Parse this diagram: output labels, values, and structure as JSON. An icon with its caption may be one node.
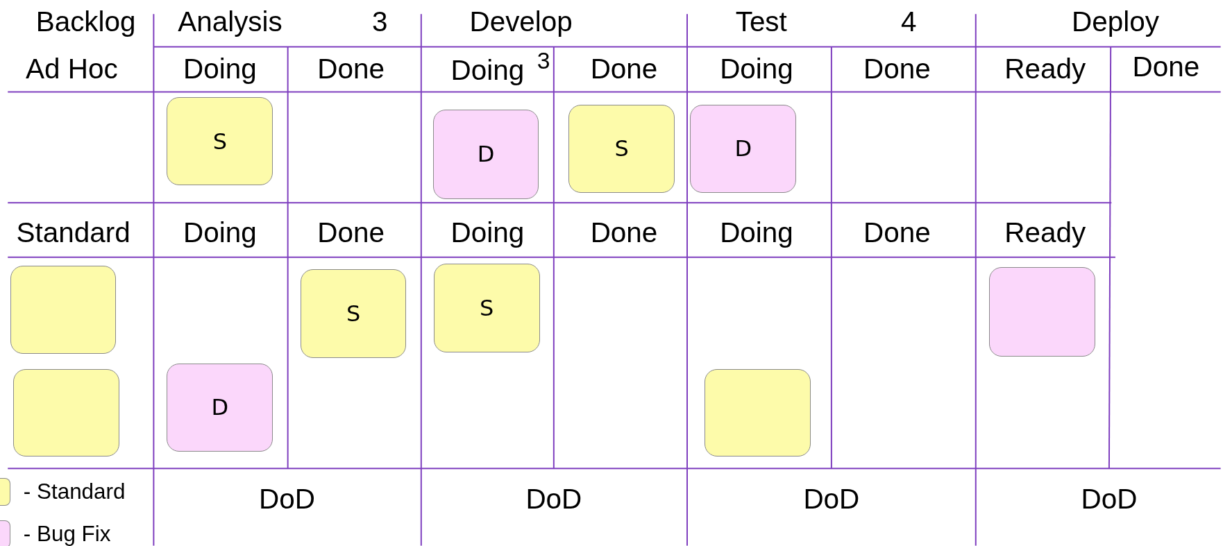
{
  "diagram": {
    "nodes": [
      {
        "text": [
          "S"
        ]
      },
      {
        "text": [
          "D"
        ]
      },
      {
        "text": [
          "S"
        ]
      },
      {
        "text": [
          "D"
        ]
      },
      {
        "text": [],
        "shape": "box"
      },
      {
        "text": [
          "S"
        ]
      },
      {
        "text": [
          "S"
        ]
      },
      {
        "text": [],
        "shape": "box"
      },
      {
        "text": [],
        "shape": "box"
      },
      {
        "text": [
          "D"
        ]
      },
      {
        "text": [],
        "shape": "box"
      }
    ],
    "labels": [
      "Backlog",
      "Analysis",
      "3",
      "Develop",
      "Test",
      "4",
      "Deploy",
      "Ad Hoc",
      "Doing",
      "Done",
      "Doing",
      "3",
      "Done",
      "Doing",
      "Done",
      "Ready",
      "Done",
      "Standard",
      "Doing",
      "Done",
      "Doing",
      "Done",
      "Doing",
      "Done",
      "Ready",
      "DoD",
      "DoD",
      "DoD",
      "DoD"
    ],
    "legend": [
      {
        "text": "- Standard",
        "color": "#fdfbaa"
      },
      {
        "text": "- Bug Fix",
        "color": "#fbd7fb"
      }
    ]
  }
}
